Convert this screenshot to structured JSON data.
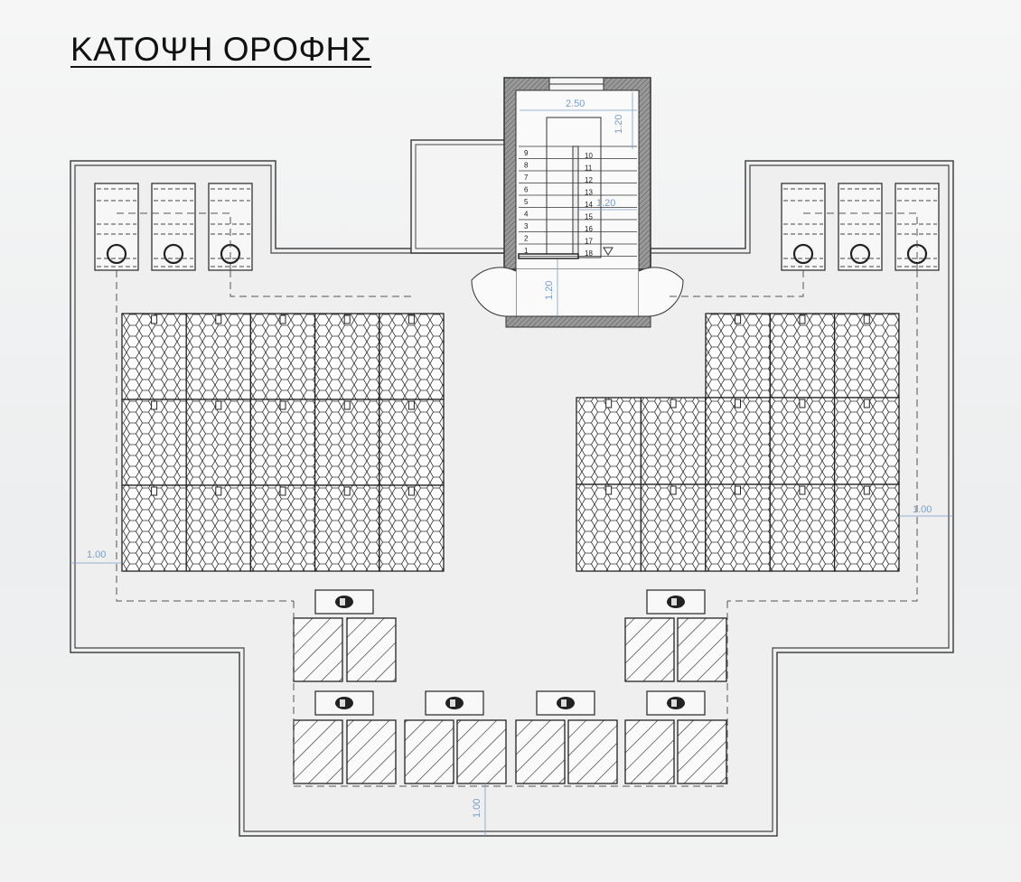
{
  "title": "ΚΑΤΟΨΗ ΟΡΟΦΗΣ",
  "dimensions": {
    "stair_width": "2.50",
    "stair_landing": "1.20",
    "stair_mid": "1.20",
    "stair_entrance": "1.20",
    "left_setback": "1.00",
    "right_setback": "1.00",
    "bottom_setback": "1.00"
  },
  "stair_steps": [
    "1",
    "2",
    "3",
    "4",
    "5",
    "6",
    "7",
    "8",
    "9",
    "10",
    "11",
    "12",
    "13",
    "14",
    "15",
    "16",
    "17",
    "18"
  ],
  "colors": {
    "roof_fill": "#efefef",
    "line": "#333333",
    "dimension": "#7a9ec4"
  }
}
